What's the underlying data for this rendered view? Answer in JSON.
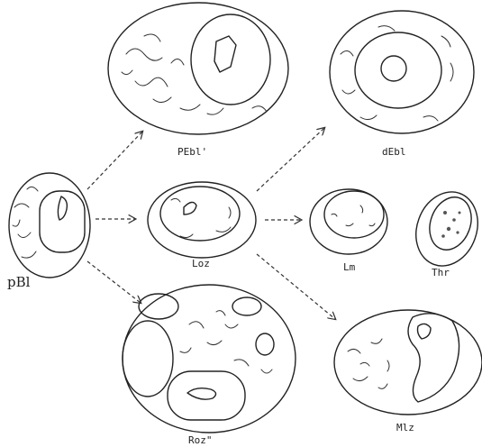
{
  "labels": {
    "pBl": "pBl",
    "PEbl": "PEbl'",
    "dEbl": "dEbl",
    "Loz": "Loz",
    "Lm": "Lm",
    "Thr": "Thr",
    "Roz": "Roz\"",
    "Mlz": "Mlz"
  },
  "colors": {
    "ink": "#222222",
    "stipple": "#9a9a9a",
    "nucleus": "#b8b8b8"
  }
}
